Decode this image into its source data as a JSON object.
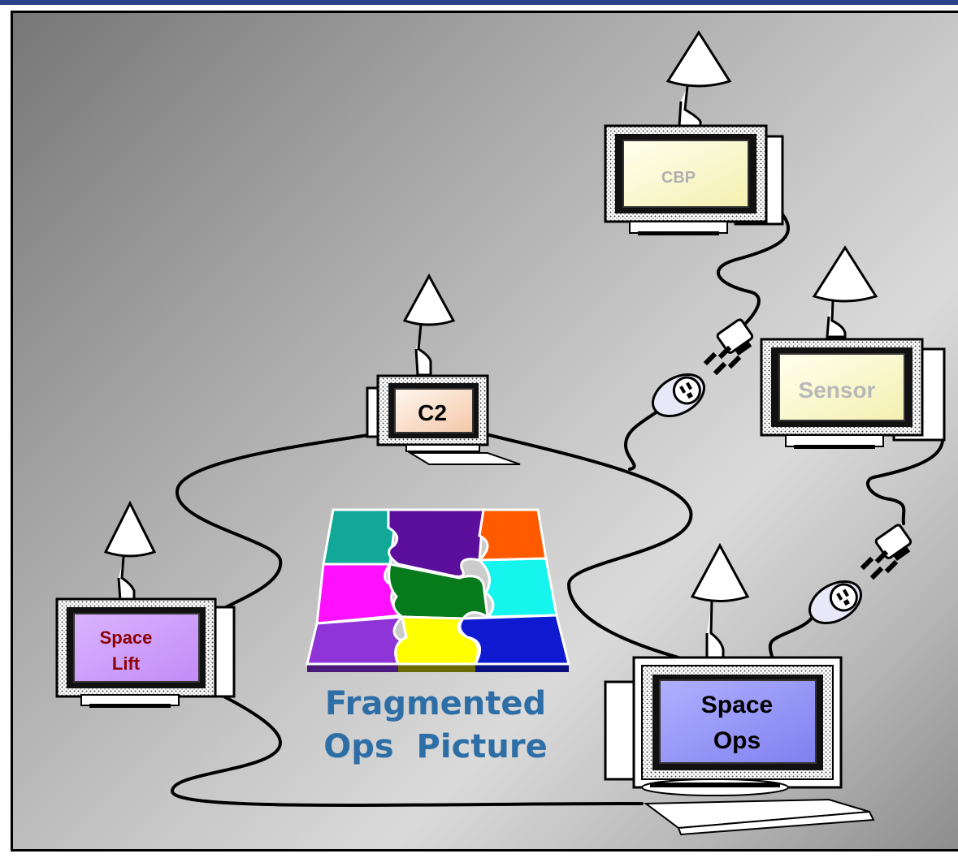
{
  "title_lines": [
    "Fragmented",
    "Ops  Picture"
  ],
  "nodes": {
    "cbp": "CBP",
    "sensor": "Sensor",
    "c2": "C2",
    "space_lift": [
      "Space",
      "Lift"
    ],
    "space_ops": [
      "Space",
      "Ops"
    ]
  },
  "puzzle_colors": [
    "#12a898",
    "#5c0f9c",
    "#ff5a00",
    "#ff10ff",
    "#077a1c",
    "#16f4ee",
    "#8f34d6",
    "#ffff00",
    "#0f19d0"
  ],
  "screen_colors": {
    "cbp": "#ffffcc",
    "sensor": "#ffffcc",
    "c2": "#ffe8d8",
    "space_lift": "#cc99ff",
    "space_ops": "#9999ff"
  }
}
